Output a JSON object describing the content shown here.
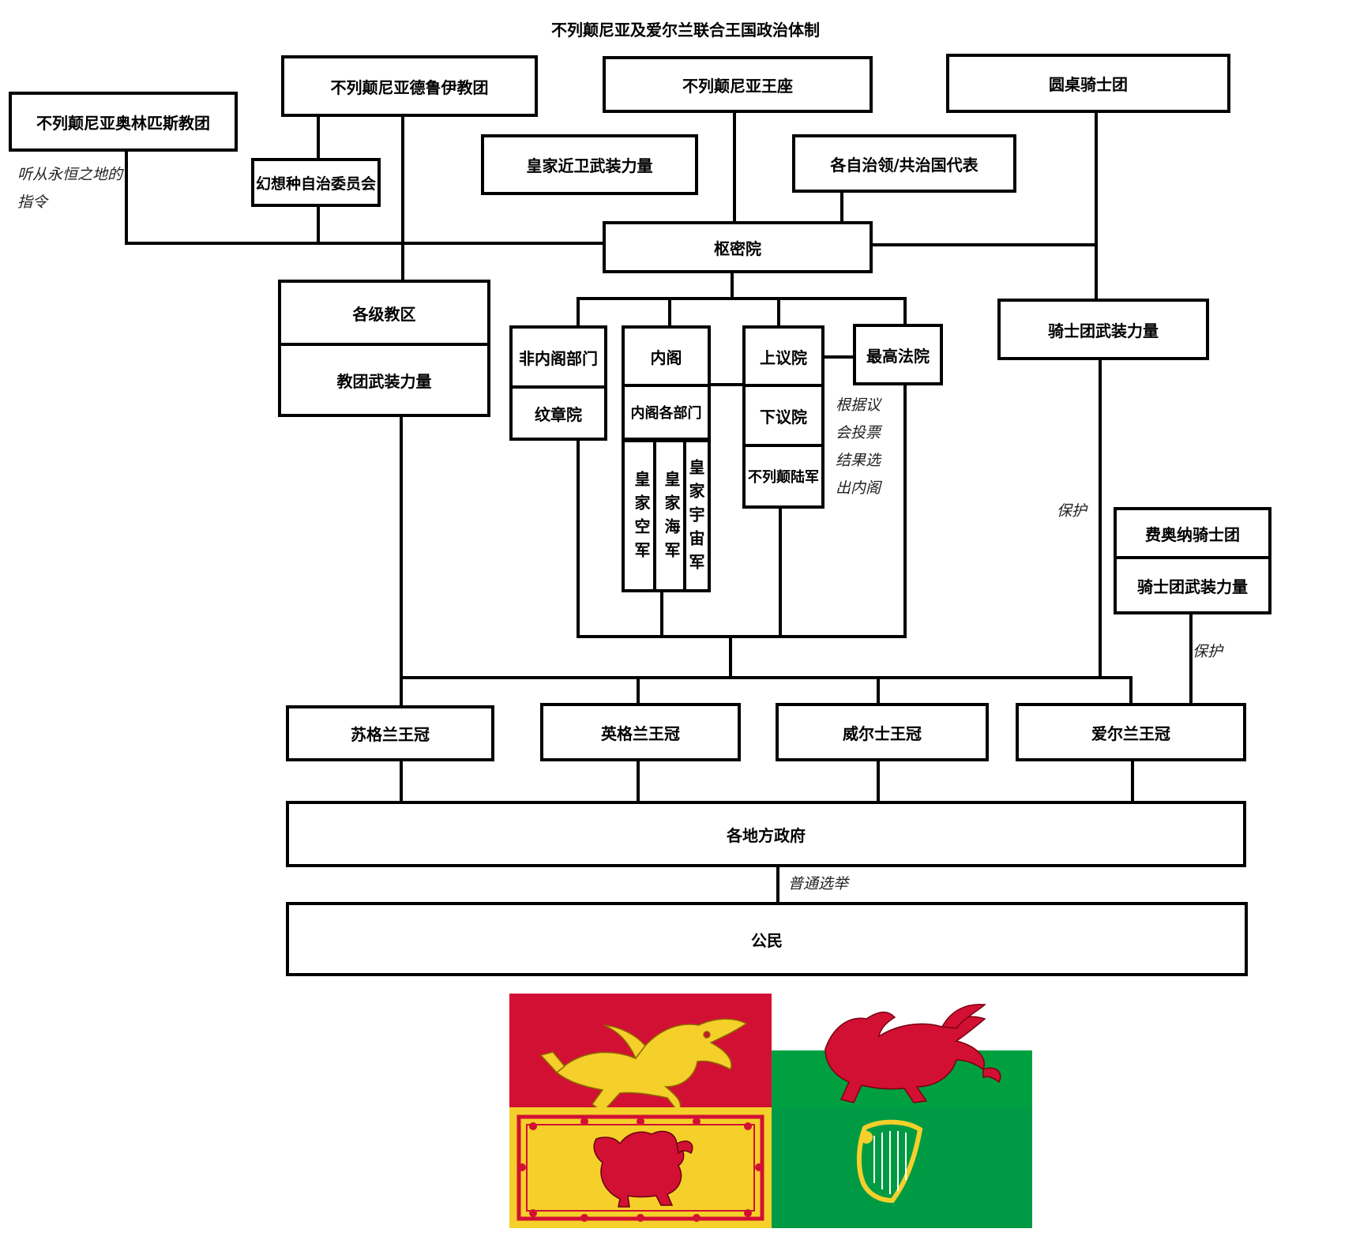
{
  "title": "不列颠尼亚及爱尔兰联合王国政治体制",
  "boxes": {
    "olympus": "不列颠尼亚奥林匹斯教团",
    "druid": "不列颠尼亚德鲁伊教团",
    "throne": "不列颠尼亚王座",
    "round_table": "圆桌骑士团",
    "fantasy_committee": "幻想种自治委员会",
    "royal_guard": "皇家近卫武装力量",
    "autonomous_reps": "各自治领/共治国代表",
    "privy_council": "枢密院",
    "dioceses": "各级教区",
    "church_forces": "教团武装力量",
    "knight_forces": "骑士团武装力量",
    "non_cabinet": "非内阁部门",
    "heraldry": "纹章院",
    "cabinet": "内阁",
    "cabinet_depts": "内阁各部门",
    "air_force": "皇家空军",
    "navy": "皇家海军",
    "space_force": "皇家宇宙军",
    "upper_house": "上议院",
    "lower_house": "下议院",
    "army": "不列颠陆军",
    "supreme_court": "最高法院",
    "fianna": "费奥纳骑士团",
    "fianna_forces": "骑士团武装力量",
    "scotland": "苏格兰王冠",
    "england": "英格兰王冠",
    "wales": "威尔士王冠",
    "ireland": "爱尔兰王冠",
    "local_gov": "各地方政府",
    "citizens": "公民"
  },
  "notes": {
    "eternal_land": "听从永恒之地的指令",
    "cabinet_vote": "根据议会投票结果选出内阁",
    "protect_1": "保护",
    "protect_2": "保护",
    "election": "普通选举"
  },
  "flags": {
    "colors": {
      "red": "#d21034",
      "gold": "#f5d02a",
      "green": "#00a040",
      "white": "#ffffff",
      "ireland_green": "#009a44"
    },
    "icons": [
      "gold-dragon-icon",
      "red-dragon-icon",
      "lion-rampant-icon",
      "golden-harp-icon"
    ]
  }
}
